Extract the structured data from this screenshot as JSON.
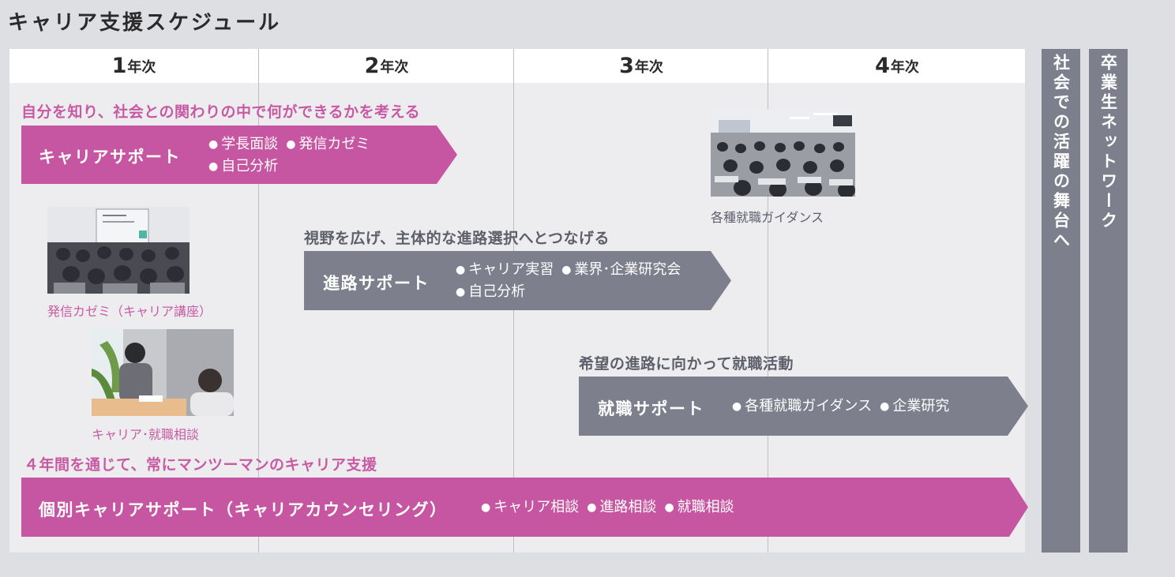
{
  "title": "キャリア支援スケジュール",
  "years": [
    {
      "num": "1",
      "unit": "年次"
    },
    {
      "num": "2",
      "unit": "年次"
    },
    {
      "num": "3",
      "unit": "年次"
    },
    {
      "num": "4",
      "unit": "年次"
    }
  ],
  "colors": {
    "pink": "#c756a2",
    "gray": "#7d7f8c",
    "background": "#dedfe3",
    "panel": "#ededf0"
  },
  "phases": [
    {
      "heading": "自分を知り、社会との関わりの中で何ができるかを考える",
      "label": "キャリアサポート",
      "bullets": [
        "学長面談",
        "発信カゼミ",
        "自己分析"
      ]
    },
    {
      "heading": "視野を広げ、主体的な進路選択へとつなげる",
      "label": "進路サポート",
      "bullets": [
        "キャリア実習",
        "業界･企業研究会",
        "自己分析"
      ]
    },
    {
      "heading": "希望の進路に向かって就職活動",
      "label": "就職サポート",
      "bullets": [
        "各種就職ガイダンス",
        "企業研究"
      ]
    },
    {
      "heading": "４年間を通じて、常にマンツーマンのキャリア支援",
      "label": "個別キャリアサポート（キャリアカウンセリング）",
      "bullets": [
        "キャリア相談",
        "進路相談",
        "就職相談"
      ]
    }
  ],
  "photos": {
    "seminar_caption": "発信カゼミ（キャリア講座）",
    "counseling_caption": "キャリア･就職相談",
    "guidance_caption": "各種就職ガイダンス"
  },
  "side": {
    "stage": "社会での活躍の舞台へ",
    "network": "卒業生ネットワーク"
  }
}
